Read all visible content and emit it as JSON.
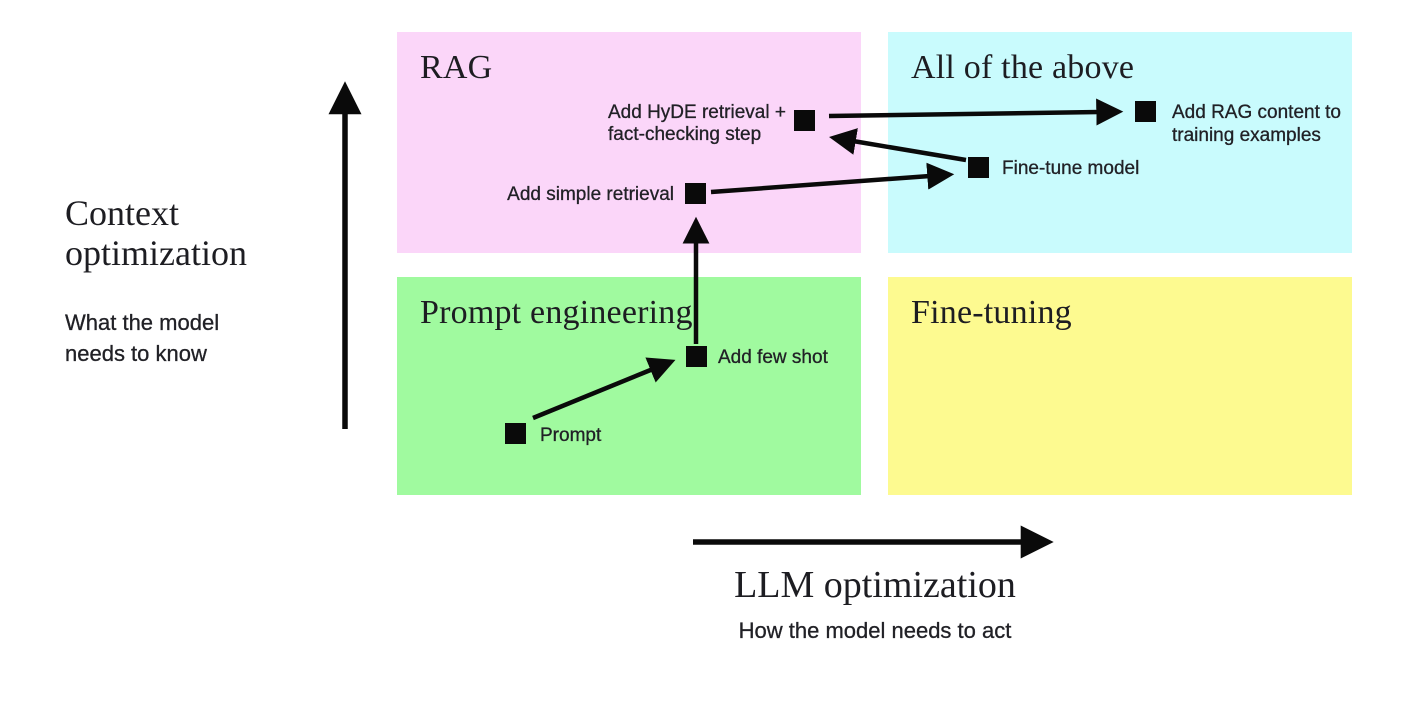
{
  "quadrants": [
    {
      "name": "rag",
      "label": "RAG",
      "color": "#fbd6f9"
    },
    {
      "name": "all-of-the-above",
      "label": "All of the above",
      "color": "#c9fbfd"
    },
    {
      "name": "prompt-engineering",
      "label": "Prompt engineering",
      "color": "#a0fa9f"
    },
    {
      "name": "fine-tuning",
      "label": "Fine-tuning",
      "color": "#fdfa90"
    }
  ],
  "y_axis": {
    "title": "Context\noptimization",
    "subtitle": "What the model\nneeds to know"
  },
  "x_axis": {
    "title": "LLM optimization",
    "subtitle": "How the model needs to act"
  },
  "points": [
    {
      "name": "prompt",
      "label": "Prompt",
      "quadrant": "Prompt engineering"
    },
    {
      "name": "add-few-shot",
      "label": "Add few shot",
      "quadrant": "Prompt engineering"
    },
    {
      "name": "add-simple-retrieval",
      "label": "Add simple retrieval",
      "quadrant": "RAG"
    },
    {
      "name": "add-hyde-retrieval",
      "label": "Add HyDE retrieval +\nfact-checking step",
      "quadrant": "RAG"
    },
    {
      "name": "fine-tune-model",
      "label": "Fine-tune model",
      "quadrant": "All of the above"
    },
    {
      "name": "add-rag-content",
      "label": "Add RAG content to\ntraining examples",
      "quadrant": "All of the above"
    }
  ],
  "flow_order": [
    "Prompt",
    "Add few shot",
    "Add simple retrieval",
    "Fine-tune model",
    "Add HyDE retrieval + fact-checking step",
    "Add RAG content to training examples"
  ],
  "colors": {
    "ink": "#0a0a0a",
    "text": "#1d1d22"
  }
}
